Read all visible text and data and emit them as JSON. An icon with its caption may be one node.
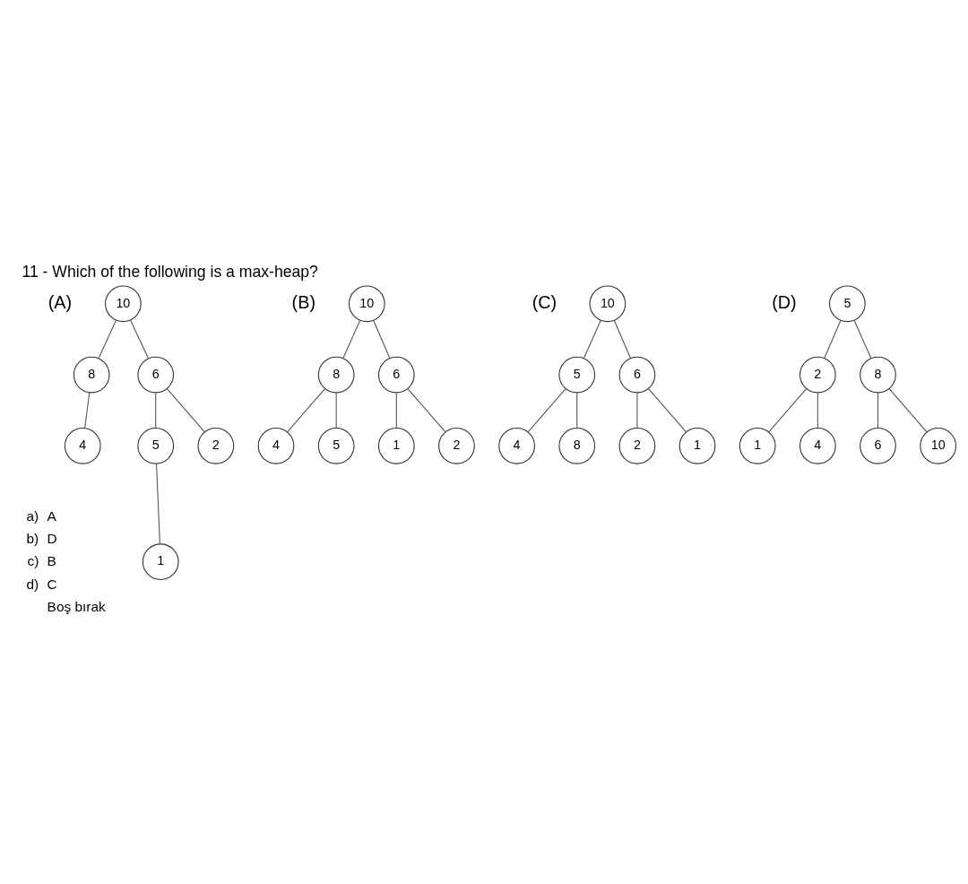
{
  "diagram": {
    "title": "11 - Which of the following is a max-heap?",
    "nodes": [
      {
        "text": [
          "10"
        ]
      },
      {
        "text": [
          "8"
        ]
      },
      {
        "text": [
          "6"
        ]
      },
      {
        "text": [
          "4"
        ]
      },
      {
        "text": [
          "5"
        ]
      },
      {
        "text": [
          "2"
        ]
      },
      {
        "text": [
          "1"
        ]
      },
      {
        "text": [
          "10"
        ]
      },
      {
        "text": [
          "8"
        ]
      },
      {
        "text": [
          "6"
        ]
      },
      {
        "text": [
          "4"
        ]
      },
      {
        "text": [
          "5"
        ]
      },
      {
        "text": [
          "1"
        ]
      },
      {
        "text": [
          "2"
        ]
      },
      {
        "text": [
          "10"
        ]
      },
      {
        "text": [
          "5"
        ]
      },
      {
        "text": [
          "6"
        ]
      },
      {
        "text": [
          "4"
        ]
      },
      {
        "text": [
          "8"
        ]
      },
      {
        "text": [
          "2"
        ]
      },
      {
        "text": [
          "1"
        ]
      },
      {
        "text": [
          "5"
        ]
      },
      {
        "text": [
          "2"
        ]
      },
      {
        "text": [
          "8"
        ]
      },
      {
        "text": [
          "1"
        ]
      },
      {
        "text": [
          "4"
        ]
      },
      {
        "text": [
          "6"
        ]
      },
      {
        "text": [
          "10"
        ]
      }
    ],
    "edges": [
      {
        "from": 0,
        "to": 1,
        "arrow": "none"
      },
      {
        "from": 0,
        "to": 2,
        "arrow": "none"
      },
      {
        "from": 1,
        "to": 3,
        "arrow": "none"
      },
      {
        "from": 2,
        "to": 4,
        "arrow": "none"
      },
      {
        "from": 2,
        "to": 5,
        "arrow": "none"
      },
      {
        "from": 4,
        "to": 6,
        "arrow": "none"
      },
      {
        "from": 7,
        "to": 8,
        "arrow": "none"
      },
      {
        "from": 7,
        "to": 9,
        "arrow": "none"
      },
      {
        "from": 8,
        "to": 10,
        "arrow": "none"
      },
      {
        "from": 8,
        "to": 11,
        "arrow": "none"
      },
      {
        "from": 9,
        "to": 12,
        "arrow": "none"
      },
      {
        "from": 9,
        "to": 13,
        "arrow": "none"
      },
      {
        "from": 14,
        "to": 15,
        "arrow": "none"
      },
      {
        "from": 14,
        "to": 16,
        "arrow": "none"
      },
      {
        "from": 15,
        "to": 17,
        "arrow": "none"
      },
      {
        "from": 15,
        "to": 18,
        "arrow": "none"
      },
      {
        "from": 16,
        "to": 19,
        "arrow": "none"
      },
      {
        "from": 16,
        "to": 20,
        "arrow": "none"
      },
      {
        "from": 21,
        "to": 22,
        "arrow": "none"
      },
      {
        "from": 21,
        "to": 23,
        "arrow": "none"
      },
      {
        "from": 22,
        "to": 24,
        "arrow": "none"
      },
      {
        "from": 22,
        "to": 25,
        "arrow": "none"
      },
      {
        "from": 23,
        "to": 26,
        "arrow": "none"
      },
      {
        "from": 23,
        "to": 27,
        "arrow": "none"
      }
    ],
    "labels": [
      "(A)",
      "(B)",
      "(C)",
      "(D)",
      "a)",
      "A",
      "b)",
      "D",
      "c)",
      "B",
      "d)",
      "C",
      "Boş bırak"
    ]
  }
}
